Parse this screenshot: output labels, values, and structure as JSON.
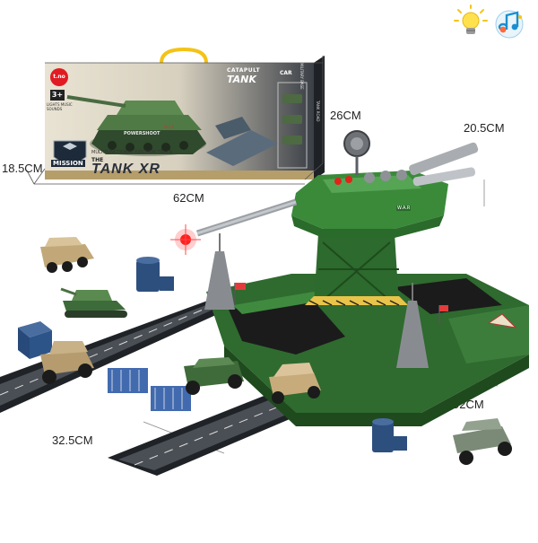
{
  "feature_icons": [
    "lightbulb-icon",
    "music-note-icon"
  ],
  "box": {
    "brand_logo": "t.no",
    "age_badge": "3+",
    "age_caption": "LIGHTS MUSIC SOUNDS",
    "catapult_label": "CATAPULT",
    "tank_label": "TANK",
    "car_label": "CAR",
    "mission_label": "MISSION",
    "subtitle": "MULTIFUNCTIONAL EJECTION TRACK",
    "the_label": "THE",
    "title": "TANK XR",
    "side_text_1": "MILITARY BASE",
    "side_text_2": "TANK ROAD",
    "tank_side_text": "POWERSHOOT",
    "tank_badge": "W.A.R"
  },
  "dimensions": {
    "box_depth": "18.5CM",
    "box_width": "62CM",
    "box_height": "26CM",
    "toy_height": "20.5CM",
    "toy_width": "92CM",
    "toy_depth": "32.5CM"
  },
  "toy": {
    "turret_badge": "W.A.R"
  }
}
